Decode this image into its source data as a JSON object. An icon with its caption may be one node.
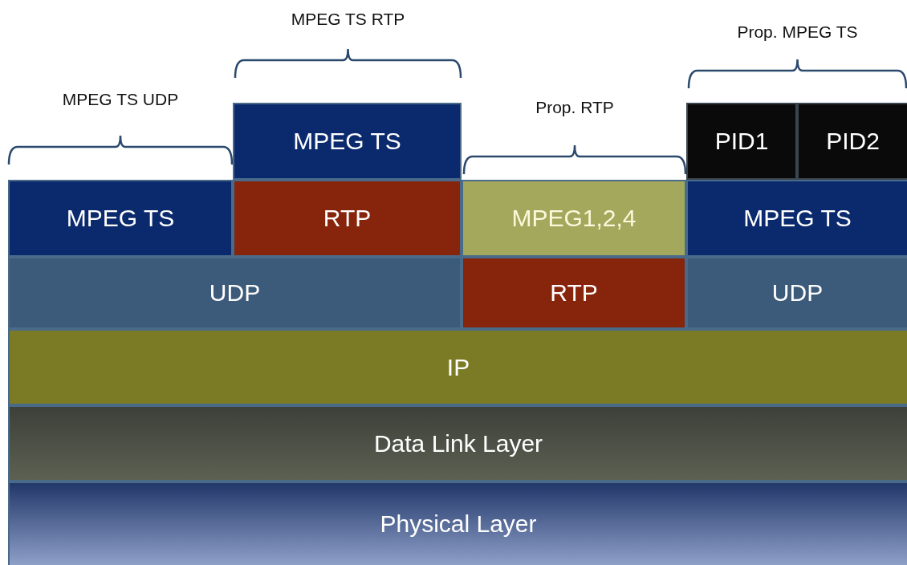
{
  "diagram": {
    "nodes": [
      {
        "text": [
          "MPEG TS"
        ]
      },
      {
        "text": [
          "PID1"
        ]
      },
      {
        "text": [
          "PID2"
        ]
      },
      {
        "text": [
          "MPEG TS"
        ]
      },
      {
        "text": [
          "RTP"
        ]
      },
      {
        "text": [
          "MPEG1,2,4"
        ]
      },
      {
        "text": [
          "MPEG TS"
        ]
      },
      {
        "text": [
          "UDP"
        ]
      },
      {
        "text": [
          "RTP"
        ]
      },
      {
        "text": [
          "UDP"
        ]
      },
      {
        "text": [
          "IP"
        ]
      },
      {
        "text": [
          "Data Link Layer"
        ]
      },
      {
        "text": [
          "Physical Layer"
        ]
      }
    ],
    "labels": [
      "MPEG TS RTP",
      "Prop. MPEG TS",
      "MPEG TS UDP",
      "Prop. RTP"
    ]
  }
}
